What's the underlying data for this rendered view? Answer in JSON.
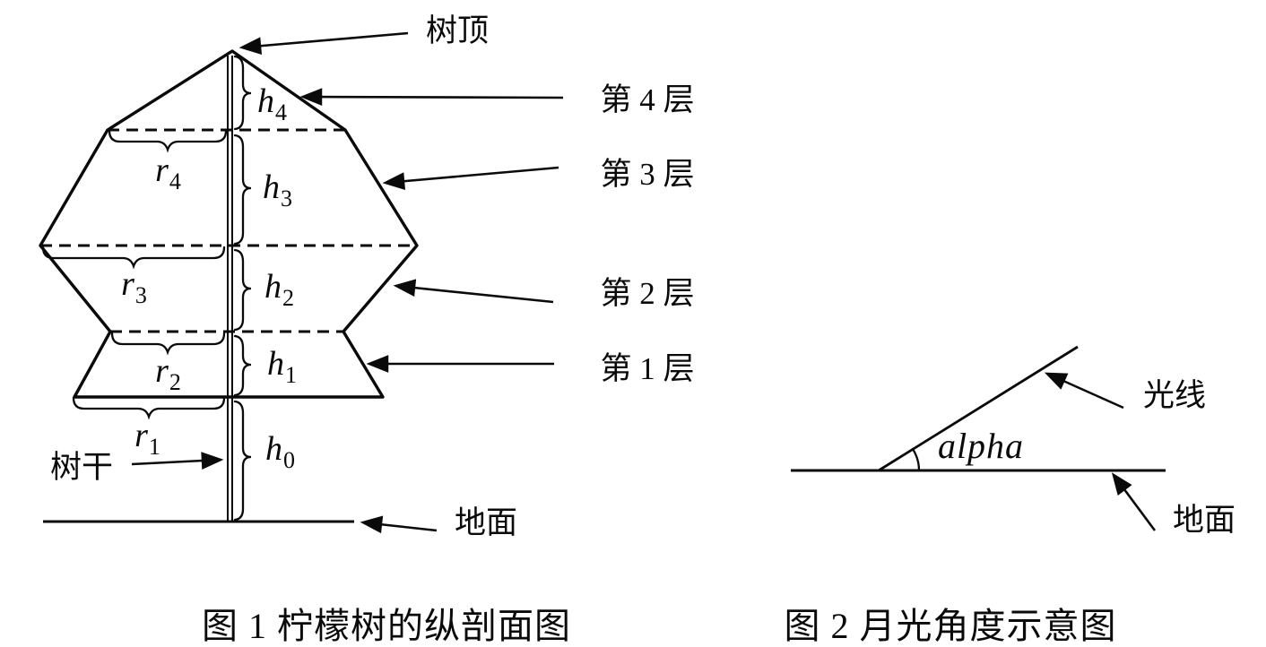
{
  "colors": {
    "ink": "#0a0a0a",
    "background": "#ffffff"
  },
  "figure1": {
    "caption": "图 1  柠檬树的纵剖面图",
    "tree_top_label": "树顶",
    "trunk_label": "树干",
    "ground_label": "地面",
    "layer_labels": [
      "第 1 层",
      "第 2 层",
      "第 3 层",
      "第 4 层"
    ],
    "height_labels": [
      {
        "base": "h",
        "sub": "0"
      },
      {
        "base": "h",
        "sub": "1"
      },
      {
        "base": "h",
        "sub": "2"
      },
      {
        "base": "h",
        "sub": "3"
      },
      {
        "base": "h",
        "sub": "4"
      }
    ],
    "radius_labels": [
      {
        "base": "r",
        "sub": "1"
      },
      {
        "base": "r",
        "sub": "2"
      },
      {
        "base": "r",
        "sub": "3"
      },
      {
        "base": "r",
        "sub": "4"
      }
    ]
  },
  "figure2": {
    "caption": "图 2 月光角度示意图",
    "angle_label": "alpha",
    "light_ray_label": "光线",
    "ground_label": "地面"
  }
}
